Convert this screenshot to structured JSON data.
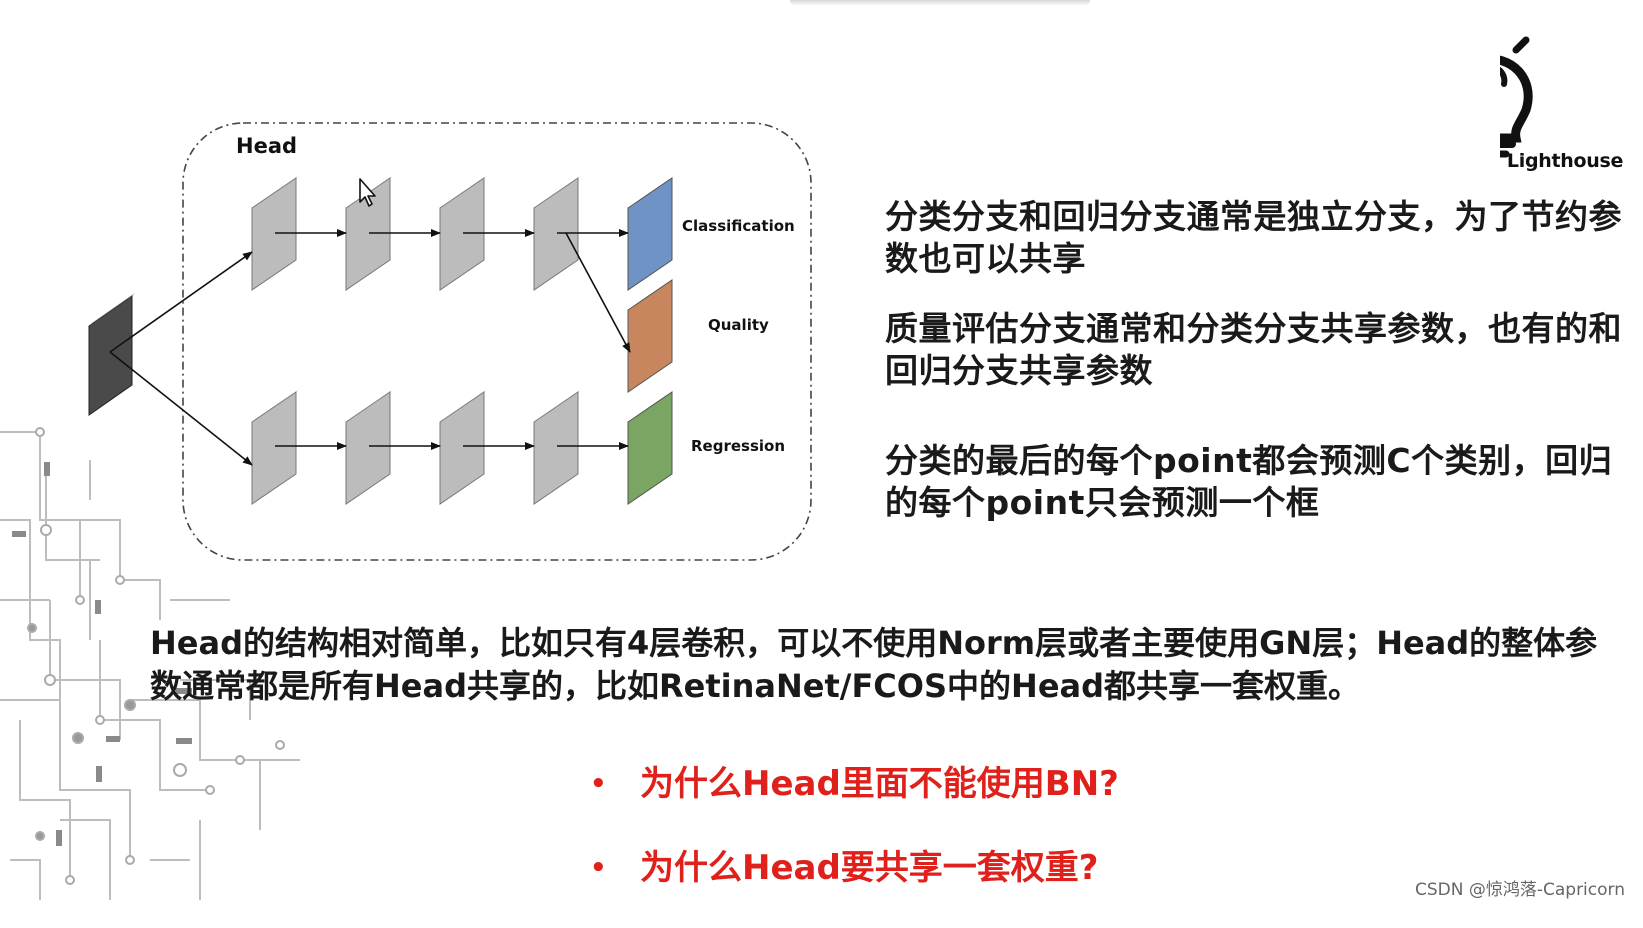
{
  "logo": {
    "label": "Lighthouse"
  },
  "diagram": {
    "head_label": "Head",
    "outputs": [
      {
        "label": "Classification",
        "color": "#6f93c4"
      },
      {
        "label": "Quality",
        "color": "#c8865e"
      },
      {
        "label": "Regression",
        "color": "#7aa563"
      }
    ],
    "layer_color": "#b9b9b9",
    "input_color": "#444444"
  },
  "side_notes": [
    "分类分支和回归分支通常是独立分支，为了节约参数也可以共享",
    "质量评估分支通常和分类分支共享参数，也有的和回归分支共享参数",
    "分类的最后的每个point都会预测C个类别，回归的每个point只会预测一个框"
  ],
  "main_desc": "Head的结构相对简单，比如只有4层卷积，可以不使用Norm层或者主要使用GN层；Head的整体参数通常都是所有Head共享的，比如RetinaNet/FCOS中的Head都共享一套权重。",
  "questions": {
    "bullet": "•",
    "items": [
      "为什么Head里面不能使用BN?",
      "为什么Head要共享一套权重?"
    ],
    "color": "#e0201b"
  },
  "watermark": "CSDN @惊鸿落-Capricorn"
}
